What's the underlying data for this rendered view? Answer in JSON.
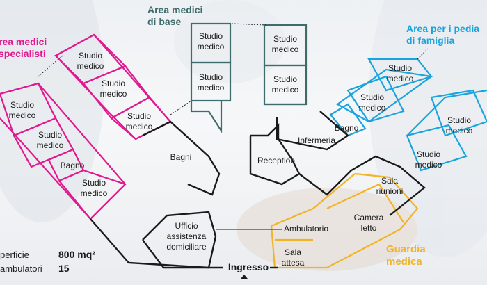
{
  "colors": {
    "specialisti": "#e0198f",
    "base": "#3e6b6b",
    "famiglia": "#1aa3dc",
    "guardia": "#f0b429",
    "walls": "#1a1a1a"
  },
  "areas": {
    "specialisti": "rea medici\nspecialisti",
    "base": "Area medici\ndi base",
    "famiglia": "Area per i pedia\ndi famiglia",
    "guardia": "Guardia\nmedica"
  },
  "rooms": {
    "spec_1": "Studio\nmedico",
    "spec_2": "Studio\nmedico",
    "spec_3": "Studio\nmedico",
    "spec_4": "Studio\nmedico",
    "spec_5": "Studio\nmedico",
    "spec_bagno": "Bagno",
    "spec_6": "Studio\nmedico",
    "base_1": "Studio\nmedico",
    "base_2": "Studio\nmedico",
    "base_3": "Studio\nmedico",
    "base_4": "Studio\nmedico",
    "fam_1": "Studio\nmedico",
    "fam_2": "Studio\nmedico",
    "fam_3": "Studio\nmedico",
    "fam_4": "Studio\nmedico",
    "fam_bagno": "Bagno",
    "bagni": "Bagni",
    "reception": "Reception",
    "infermeria": "Infermeria",
    "sala_riunioni": "Sala\nriunioni",
    "camera_letto": "Camera\nletto",
    "ambulatorio": "Ambulatorio",
    "sala_attesa": "Sala\nattesa",
    "ufficio": "Ufficio\nassistenza\ndomiciliare"
  },
  "entrance": "Ingresso",
  "stats": [
    {
      "label": "perficie",
      "value": "800 mq²"
    },
    {
      "label": "ambulatori",
      "value": "15"
    }
  ]
}
